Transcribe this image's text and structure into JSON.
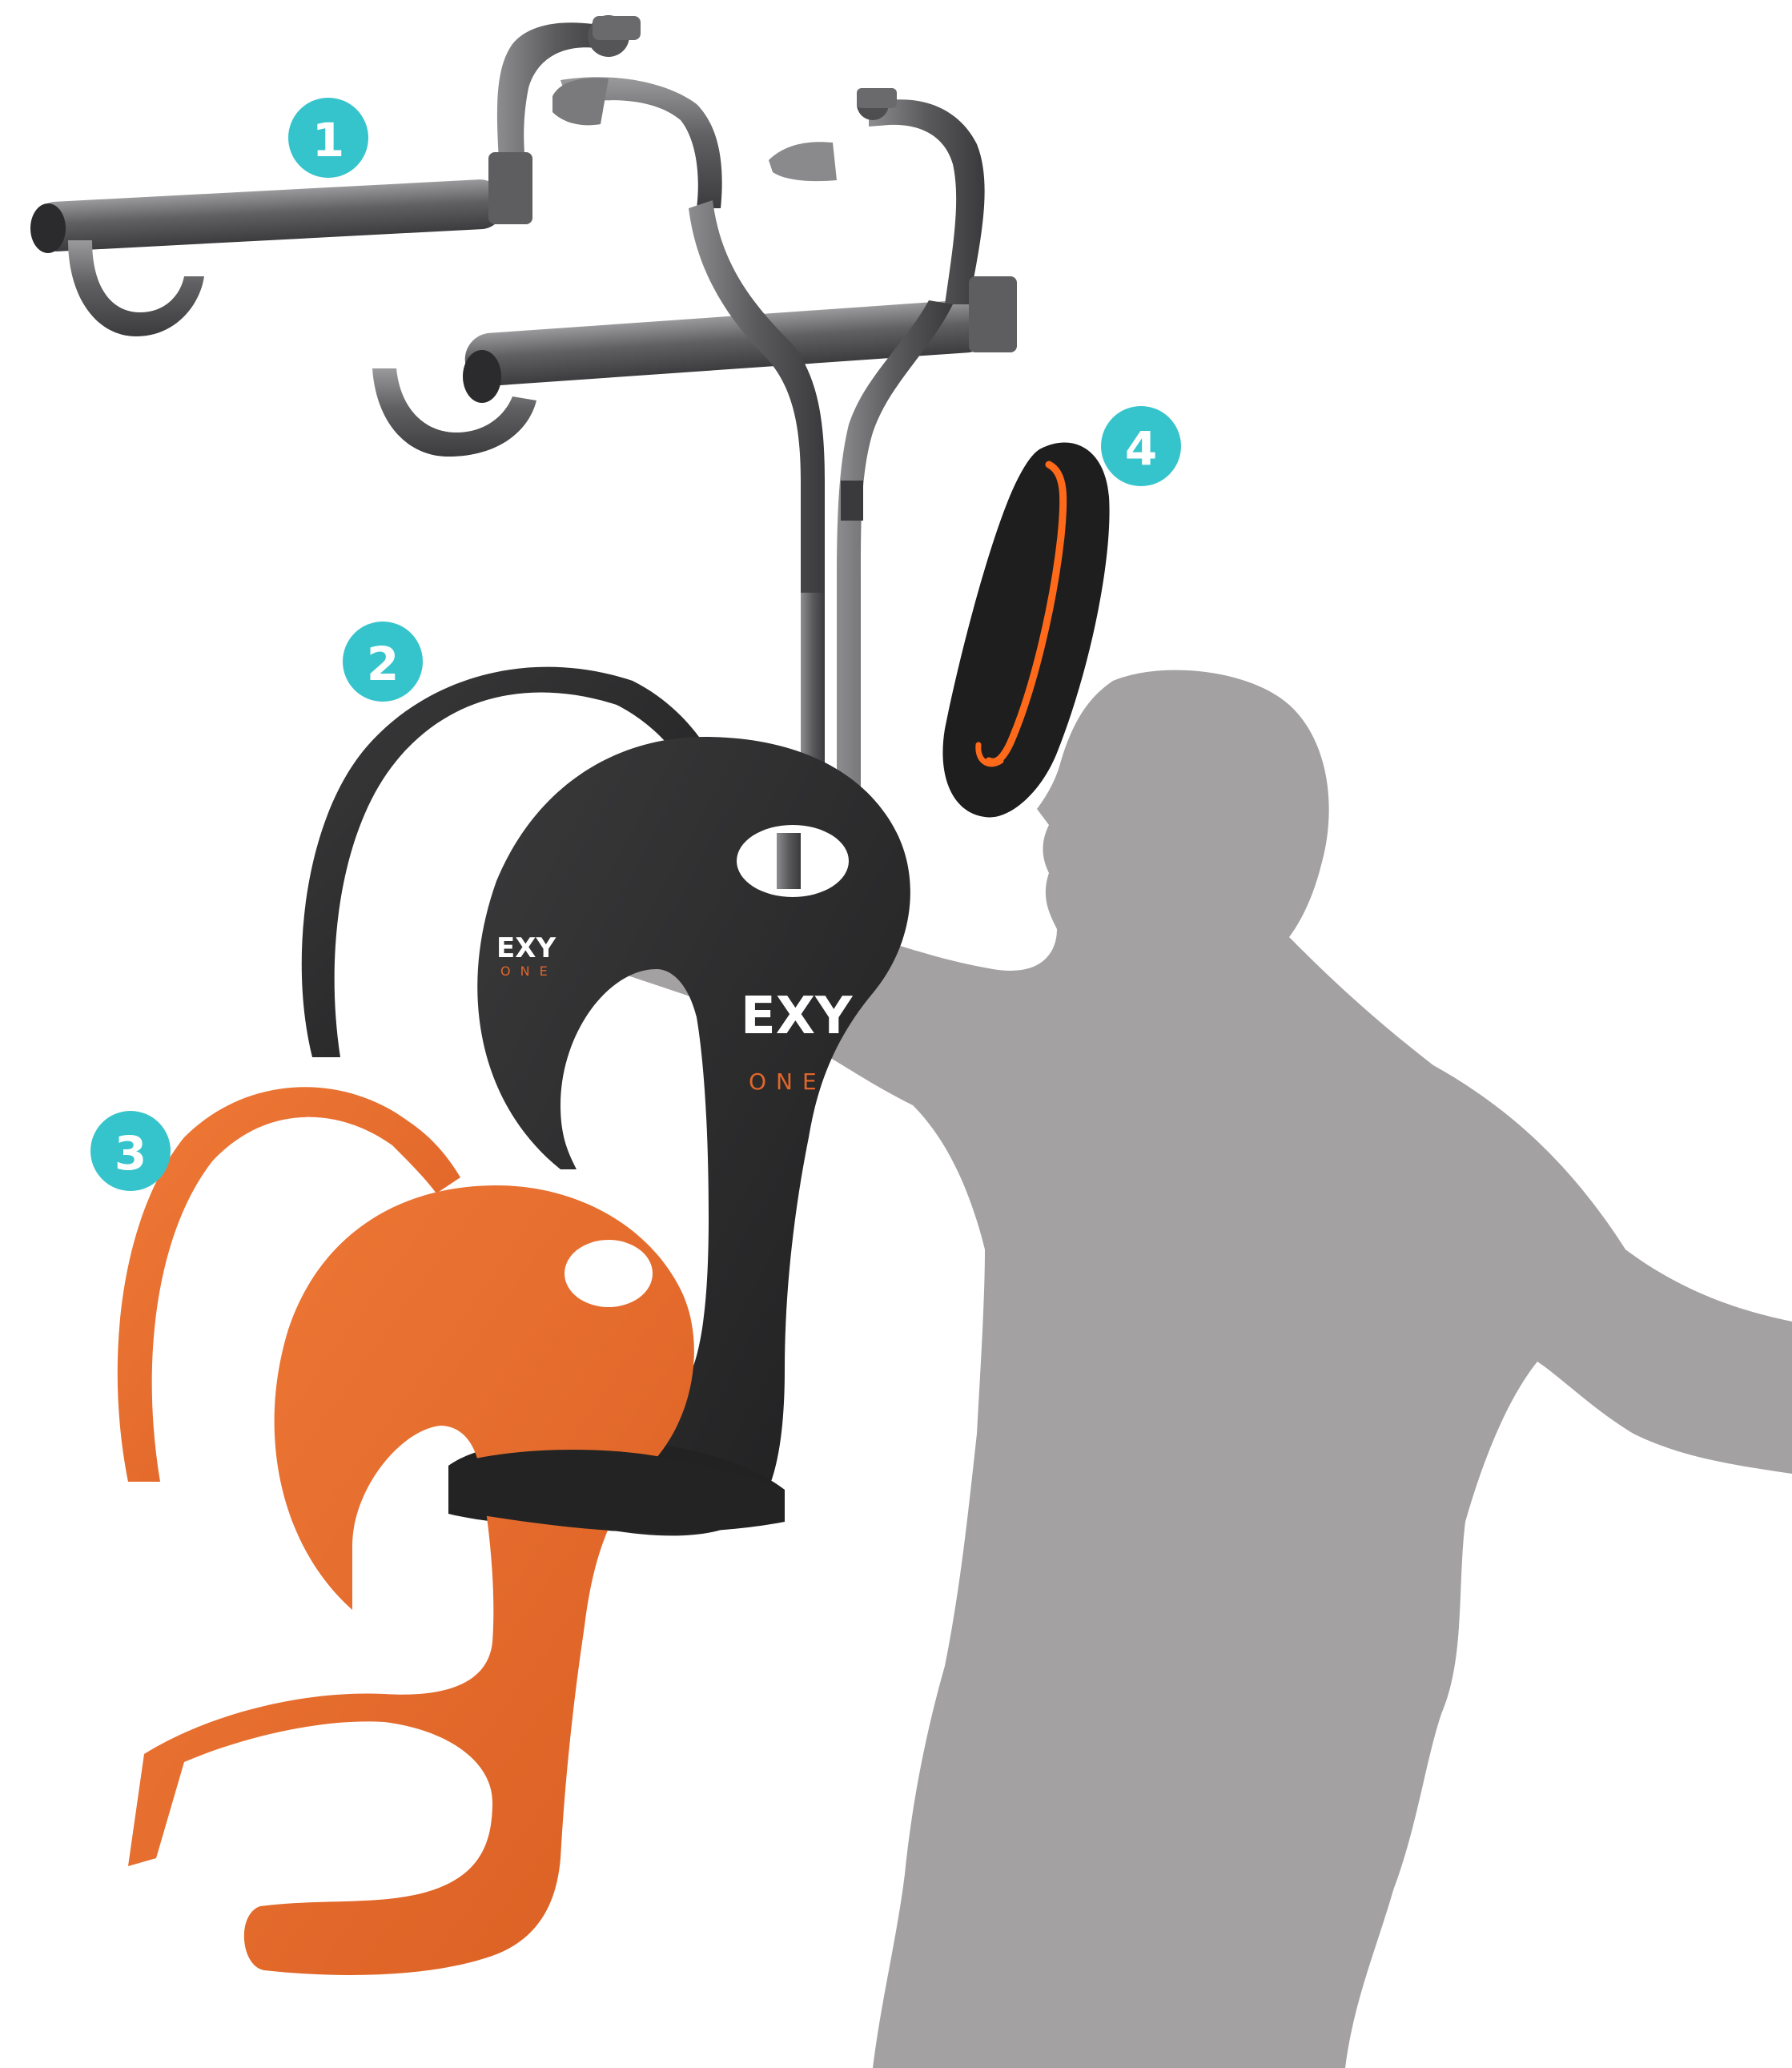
{
  "callouts": [
    {
      "label": "1"
    },
    {
      "label": "2"
    },
    {
      "label": "3"
    },
    {
      "label": "4"
    }
  ],
  "brand": {
    "logo_main": "EXY",
    "logo_sub": "ONE",
    "logo_main_small": "EXY",
    "logo_sub_small": "ONE"
  },
  "colors": {
    "callout": "#36c4cc",
    "silhouette": "#a3a1a2",
    "frame_metal": "#6e6e70",
    "black_harness": "#2a2a2b",
    "orange_harness": "#e16a2e",
    "module_accent": "#ff6a1a"
  },
  "icons": {
    "frame": "metal-frame-icon",
    "black_harness": "black-harness-icon",
    "orange_harness": "orange-harness-icon",
    "module": "battery-module-icon",
    "silhouette": "human-silhouette-icon"
  }
}
